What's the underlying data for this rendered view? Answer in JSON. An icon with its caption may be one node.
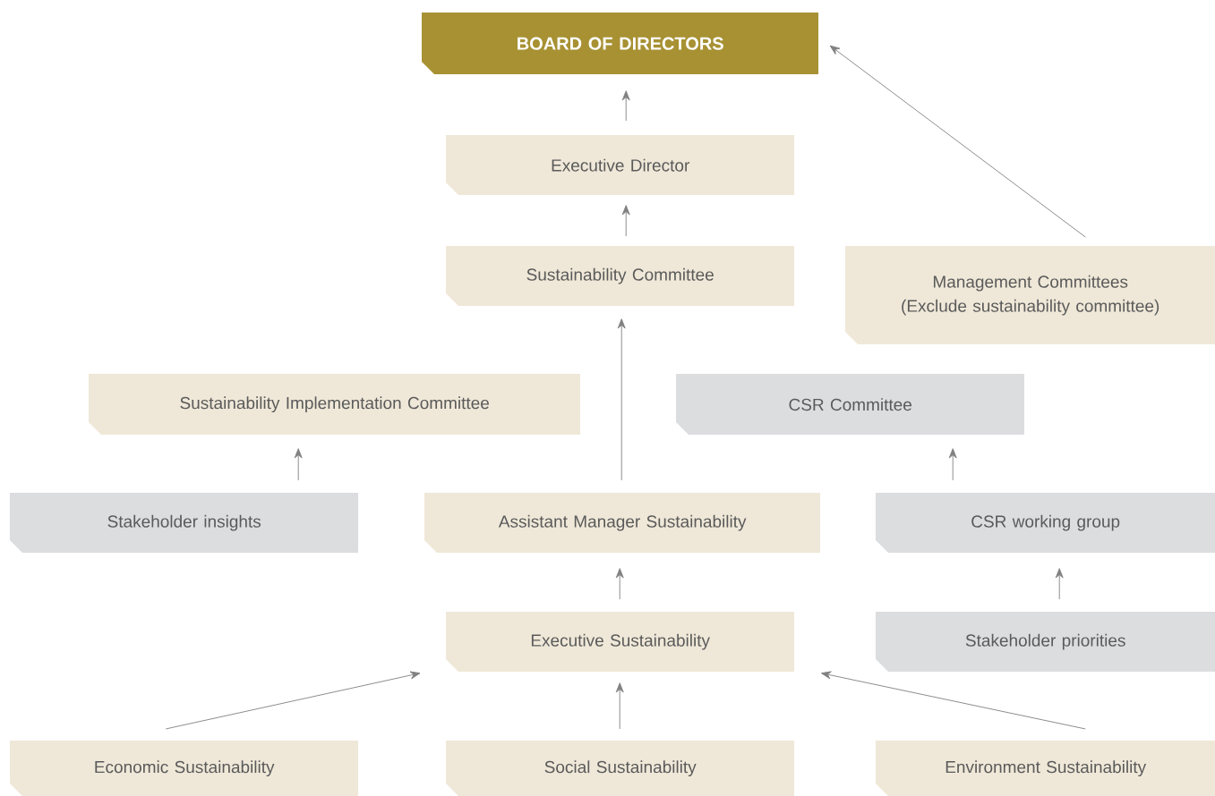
{
  "diagram": {
    "nodes": [
      {
        "text": [
          "BOARD OF DIRECTORS"
        ]
      },
      {
        "text": [
          "Executive Director"
        ]
      },
      {
        "text": [
          "Sustainability Committee"
        ]
      },
      {
        "text": [
          "Management Committees (Exclude sustainability committee)"
        ]
      },
      {
        "text": [
          "Sustainability Implementation Committee"
        ]
      },
      {
        "text": [
          "CSR Committee"
        ]
      },
      {
        "text": [
          "Stakeholder insights"
        ]
      },
      {
        "text": [
          "Assistant Manager Sustainability"
        ]
      },
      {
        "text": [
          "CSR working group"
        ]
      },
      {
        "text": [
          "Executive Sustainability"
        ]
      },
      {
        "text": [
          "Stakeholder priorities"
        ]
      },
      {
        "text": [
          "Economic Sustainability"
        ]
      },
      {
        "text": [
          "Social Sustainability"
        ]
      },
      {
        "text": [
          "Environment Sustainability"
        ]
      }
    ],
    "edges": [
      {
        "from": 1,
        "to": 0,
        "arrow": "to"
      },
      {
        "from": 2,
        "to": 1,
        "arrow": "to"
      },
      {
        "from": 3,
        "to": 0,
        "arrow": "to"
      },
      {
        "from": 7,
        "to": 2,
        "arrow": "to"
      },
      {
        "from": 6,
        "to": 4,
        "arrow": "to"
      },
      {
        "from": 8,
        "to": 5,
        "arrow": "to"
      },
      {
        "from": 10,
        "to": 8,
        "arrow": "to"
      },
      {
        "from": 9,
        "to": 7,
        "arrow": "to"
      },
      {
        "from": 11,
        "to": 9,
        "arrow": "to"
      },
      {
        "from": 12,
        "to": 9,
        "arrow": "to"
      },
      {
        "from": 13,
        "to": 9,
        "arrow": "to"
      }
    ]
  }
}
